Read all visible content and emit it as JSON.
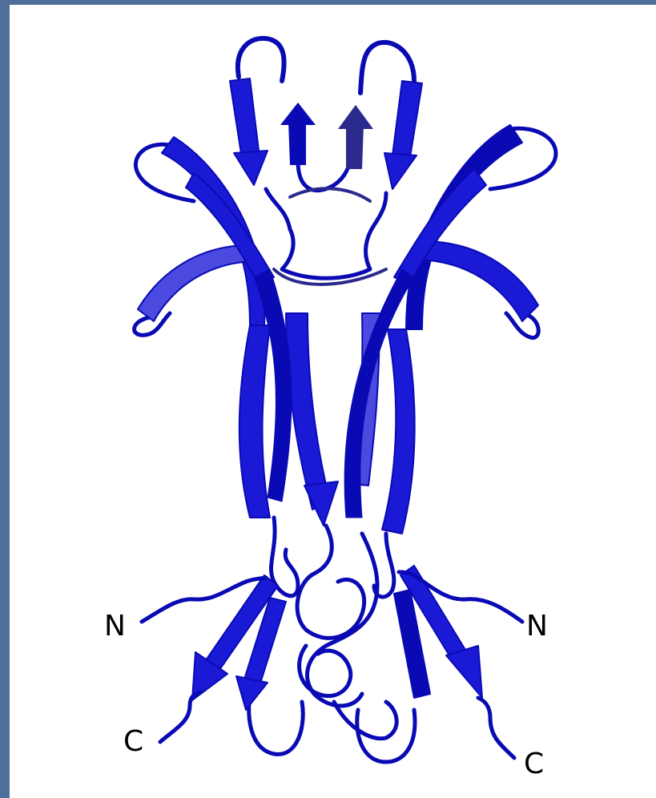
{
  "image": {
    "labels": {
      "n_left": "N",
      "n_right": "N",
      "c_left": "C",
      "c_right": "C"
    },
    "colors": {
      "background_border": "#4f6f9b",
      "canvas": "#ffffff",
      "ribbon_dark": "#0a0ab4",
      "ribbon_main": "#1a1ad6",
      "ribbon_light": "#4a4ae0",
      "ribbon_shade": "#2a2a8c",
      "label": "#000000"
    }
  }
}
